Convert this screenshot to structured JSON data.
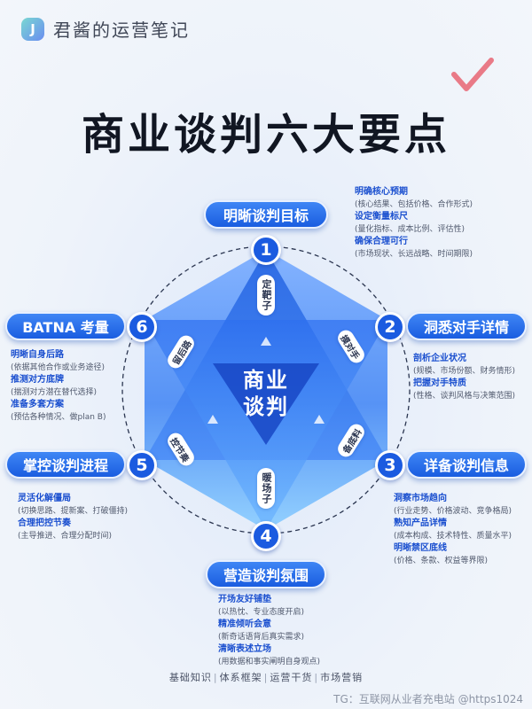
{
  "brand": {
    "logo_letter": "J",
    "name": "君酱的运营笔记"
  },
  "title": "商业谈判六大要点",
  "center": {
    "line1": "商业",
    "line2": "谈判"
  },
  "nodes": [
    {
      "num": "1",
      "label": "明晰谈判目标",
      "tag": "定靶子"
    },
    {
      "num": "2",
      "label": "洞悉对手详情",
      "tag": "摸对手"
    },
    {
      "num": "3",
      "label": "详备谈判信息",
      "tag": "备底料"
    },
    {
      "num": "4",
      "label": "营造谈判氛围",
      "tag": "暖场子"
    },
    {
      "num": "5",
      "label": "掌控谈判进程",
      "tag": "控节奏"
    },
    {
      "num": "6",
      "label": "BATNA 考量",
      "tag": "留后路"
    }
  ],
  "notes": {
    "n1": [
      {
        "h": "明确核心预期",
        "d": "(核心结果、包括价格、合作形式)"
      },
      {
        "h": "设定衡量标尺",
        "d": "(量化指标、成本比例、评估性)"
      },
      {
        "h": "确保合理可行",
        "d": "(市场现状、长远战略、时间期限)"
      }
    ],
    "n2": [
      {
        "h": "剖析企业状况",
        "d": "(规模、市场份额、财务情形)"
      },
      {
        "h": "把握对手特质",
        "d": "(性格、谈判风格与决策范围)"
      }
    ],
    "n3": [
      {
        "h": "洞察市场趋向",
        "d": "(行业走势、价格波动、竞争格局)"
      },
      {
        "h": "熟知产品详情",
        "d": "(成本构成、技术特性、质量水平)"
      },
      {
        "h": "明晰禁区底线",
        "d": "(价格、条款、权益等界限)"
      }
    ],
    "n4": [
      {
        "h": "开场友好铺垫",
        "d": "(以热忱、专业态度开启)"
      },
      {
        "h": "精准倾听会意",
        "d": "(新奇话语背后真实需求)"
      },
      {
        "h": "清晰表述立场",
        "d": "(用数据和事实阐明自身观点)"
      }
    ],
    "n5": [
      {
        "h": "灵活化解僵局",
        "d": "(切换思路、提新案、打破僵持)"
      },
      {
        "h": "合理把控节奏",
        "d": "(主导推进、合理分配时间)"
      }
    ],
    "n6": [
      {
        "h": "明晰自身后路",
        "d": "(依据其他合作或业务途径)"
      },
      {
        "h": "推测对方底牌",
        "d": "(揣测对方潜在替代选择)"
      },
      {
        "h": "准备多套方案",
        "d": "(预估各种情况、做plan B)"
      }
    ]
  },
  "footer": [
    "基础知识",
    "体系框架",
    "运营干货",
    "市场营销"
  ],
  "watermark": "TG：互联网从业者充电站 @https1024",
  "colors": {
    "primary": "#1b5be0",
    "light": "#6fa0ff",
    "check": "#e97a87"
  }
}
